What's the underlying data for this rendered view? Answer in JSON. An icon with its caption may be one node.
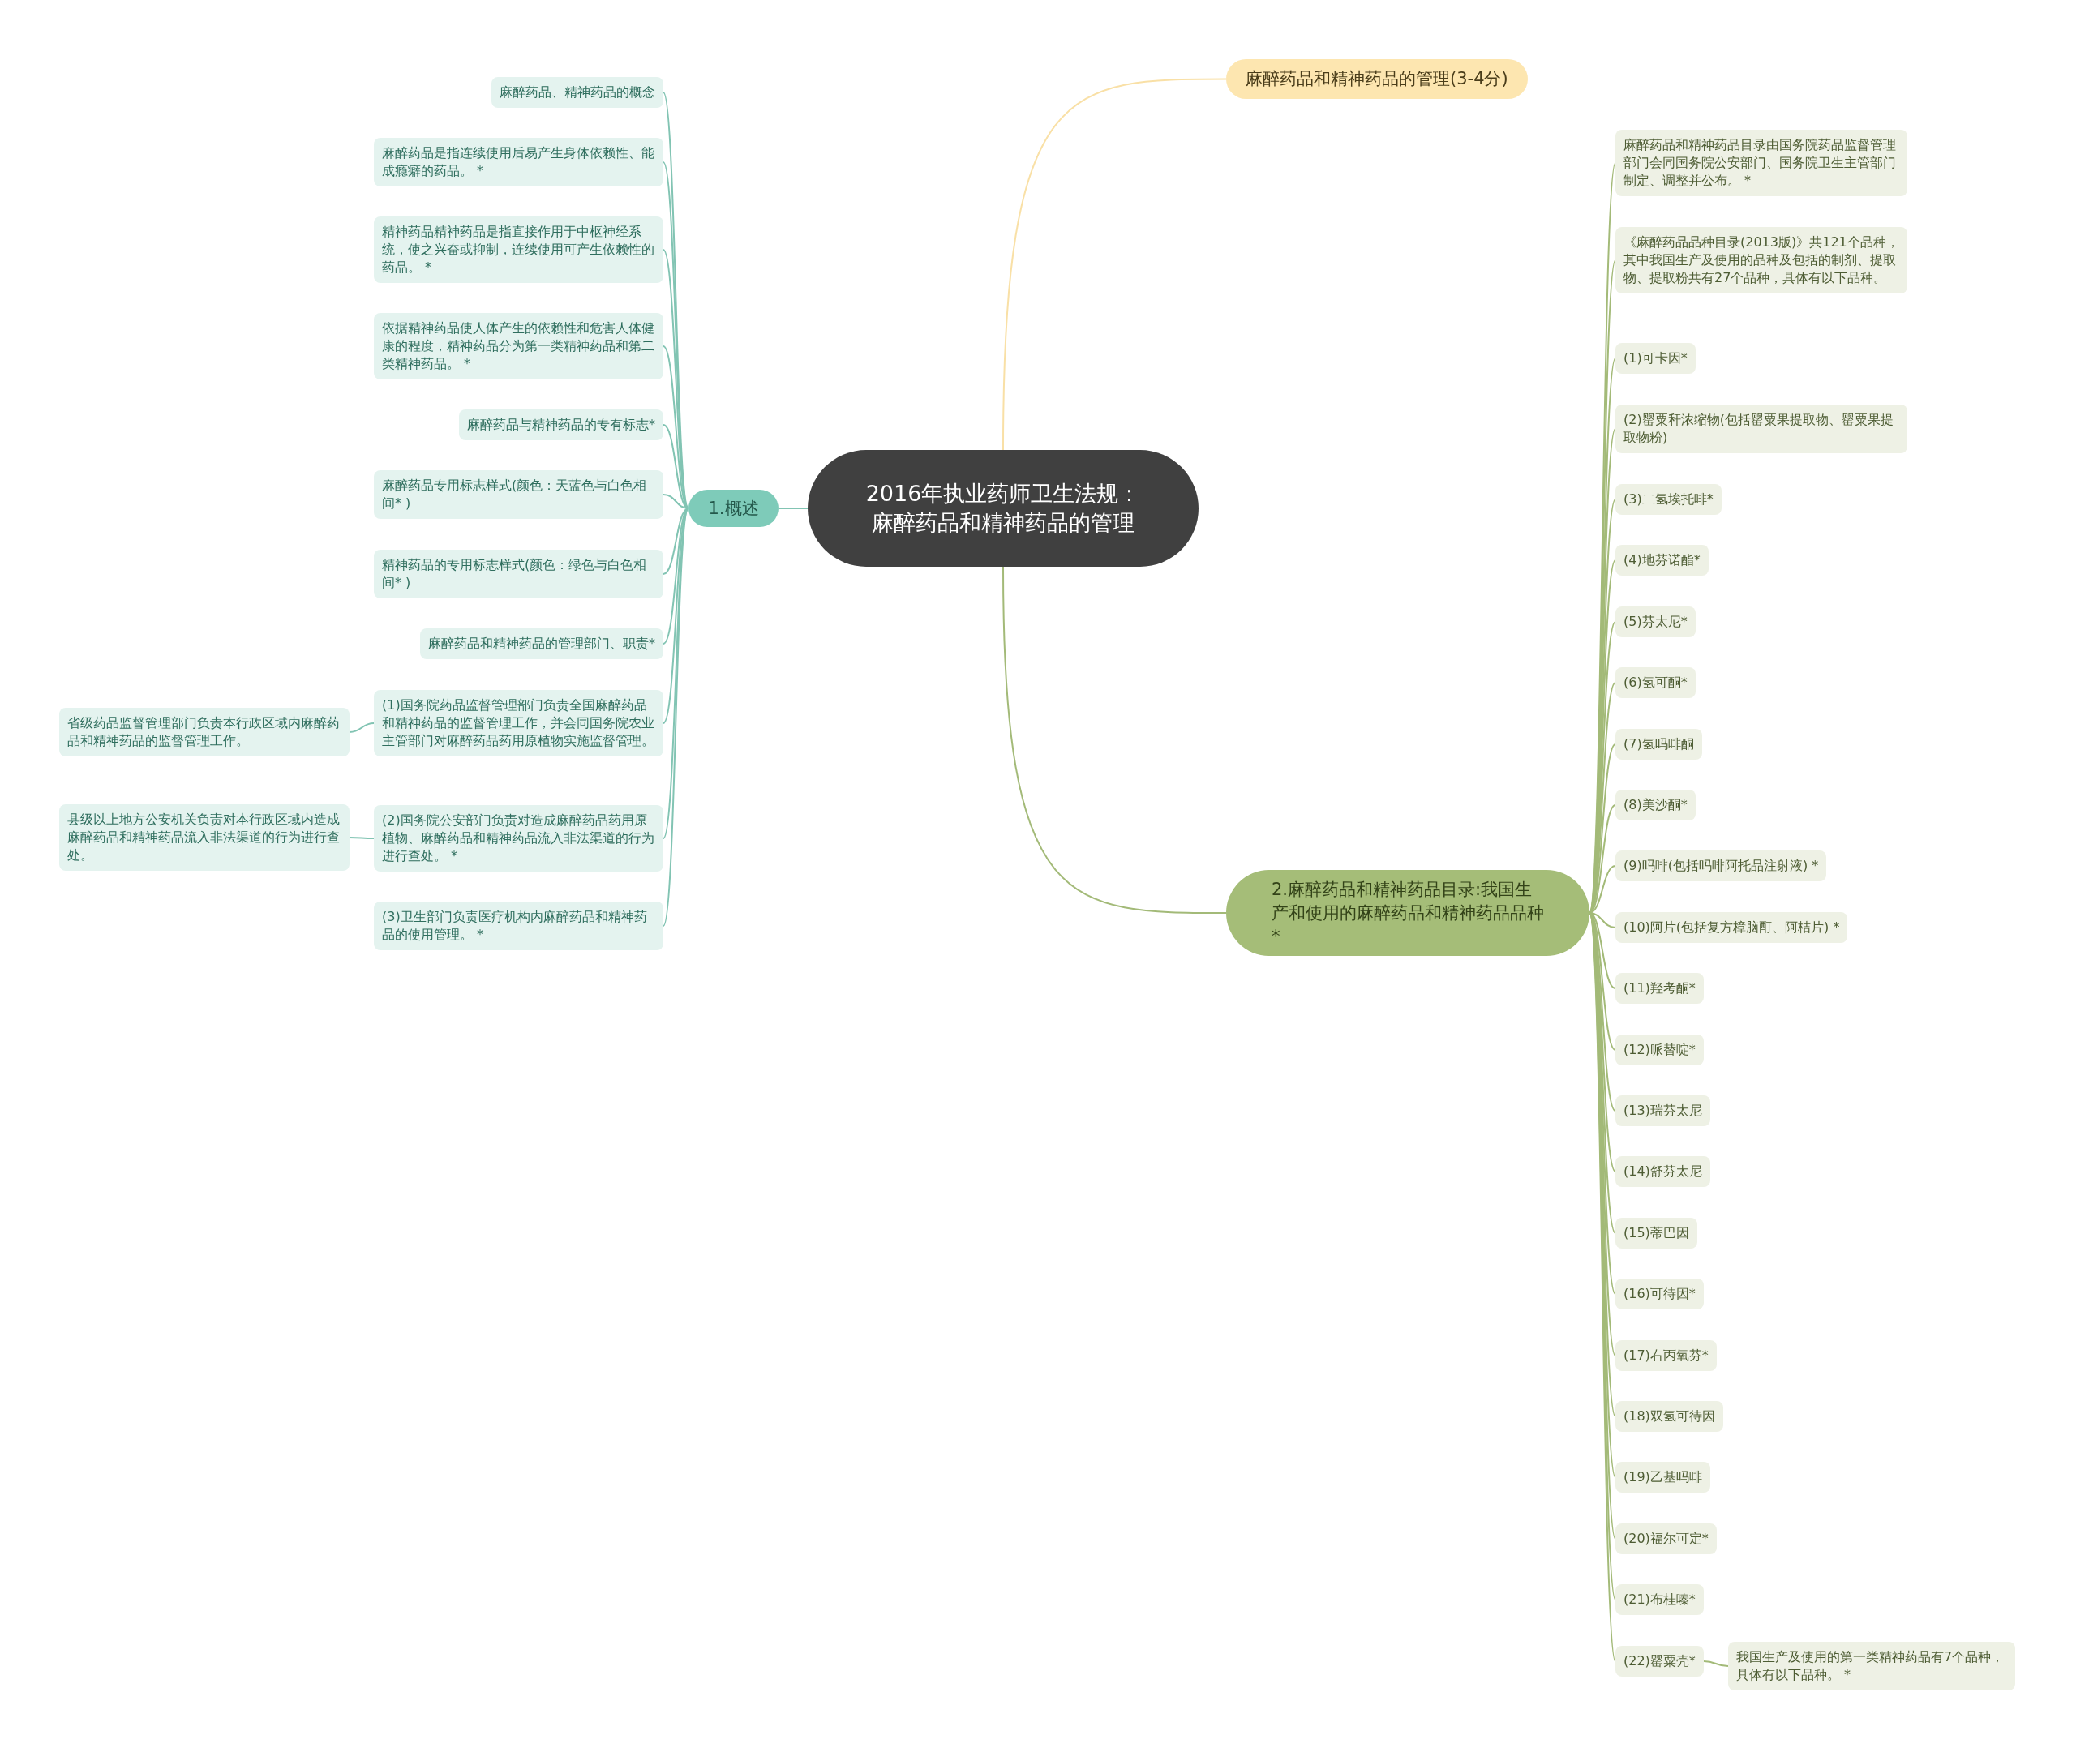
{
  "diagram": {
    "nodes": [
      {
        "text": [
          "2016年执业药师卫生法规：麻醉药品和精神药品的管理"
        ]
      },
      {
        "text": [
          "1.概述"
        ]
      },
      {
        "text": [
          "麻醉药品、精神药品的概念"
        ]
      },
      {
        "text": [
          "麻醉药品是指连续使用后易产生身体依赖性、能成瘾癖的药品。 *"
        ]
      },
      {
        "text": [
          "精神药品精神药品是指直接作用于中枢神经系统，使之兴奋或抑制，连续使用可产生依赖性的药品。 *"
        ]
      },
      {
        "text": [
          "依据精神药品使人体产生的依赖性和危害人体健康的程度，精神药品分为第一类精神药品和第二类精神药品。 *"
        ]
      },
      {
        "text": [
          "麻醉药品与精神药品的专有标志*"
        ]
      },
      {
        "text": [
          "麻醉药品专用标志样式(颜色：天蓝色与白色相间* )"
        ]
      },
      {
        "text": [
          "精神药品的专用标志样式(颜色：绿色与白色相间* )"
        ]
      },
      {
        "text": [
          "麻醉药品和精神药品的管理部门、职责*"
        ]
      },
      {
        "text": [
          "(1)国务院药品监督管理部门负责全国麻醉药品和精神药品的监督管理工作，并会同国务院农业主管部门对麻醉药品药用原植物实施监督管理。"
        ]
      },
      {
        "text": [
          "省级药品监督管理部门负责本行政区域内麻醉药品和精神药品的监督管理工作。"
        ]
      },
      {
        "text": [
          "(2)国务院公安部门负责对造成麻醉药品药用原植物、麻醉药品和精神药品流入非法渠道的行为进行查处。 *"
        ]
      },
      {
        "text": [
          "县级以上地方公安机关负责对本行政区域内造成麻醉药品和精神药品流入非法渠道的行为进行查处。"
        ]
      },
      {
        "text": [
          "(3)卫生部门负责医疗机构内麻醉药品和精神药品的使用管理。 *"
        ]
      },
      {
        "text": [
          "麻醉药品和精神药品的管理(3-4分)"
        ]
      },
      {
        "text": [
          "2.麻醉药品和精神药品目录:我国生产和使用的麻醉药品和精神药品品种*"
        ]
      },
      {
        "text": [
          "麻醉药品和精神药品目录由国务院药品监督管理部门会同国务院公安部门、国务院卫生主管部门制定、调整并公布。 *"
        ]
      },
      {
        "text": [
          "《麻醉药品品种目录(2013版)》共121个品种，其中我国生产及使用的品种及包括的制剂、提取物、提取粉共有27个品种，具体有以下品种。"
        ]
      },
      {
        "text": [
          "(1)可卡因*"
        ]
      },
      {
        "text": [
          "(2)罂粟秆浓缩物(包括罂粟果提取物、罂粟果提取物粉)"
        ]
      },
      {
        "text": [
          "(3)二氢埃托啡*"
        ]
      },
      {
        "text": [
          "(4)地芬诺酯*"
        ]
      },
      {
        "text": [
          "(5)芬太尼*"
        ]
      },
      {
        "text": [
          "(6)氢可酮*"
        ]
      },
      {
        "text": [
          "(7)氢吗啡酮"
        ]
      },
      {
        "text": [
          "(8)美沙酮*"
        ]
      },
      {
        "text": [
          "(9)吗啡(包括吗啡阿托品注射液) *"
        ]
      },
      {
        "text": [
          "(10)阿片(包括复方樟脑酊、阿桔片) *"
        ]
      },
      {
        "text": [
          "(11)羟考酮*"
        ]
      },
      {
        "text": [
          "(12)哌替啶*"
        ]
      },
      {
        "text": [
          "(13)瑞芬太尼"
        ]
      },
      {
        "text": [
          "(14)舒芬太尼"
        ]
      },
      {
        "text": [
          "(15)蒂巴因"
        ]
      },
      {
        "text": [
          "(16)可待因*"
        ]
      },
      {
        "text": [
          "(17)右丙氧芬*"
        ]
      },
      {
        "text": [
          "(18)双氢可待因"
        ]
      },
      {
        "text": [
          "(19)乙基吗啡"
        ]
      },
      {
        "text": [
          "(20)福尔可定*"
        ]
      },
      {
        "text": [
          "(21)布桂嗪*"
        ]
      },
      {
        "text": [
          "(22)罂粟壳*"
        ]
      },
      {
        "text": [
          "我国生产及使用的第一类精神药品有7个品种，具体有以下品种。 *"
        ]
      }
    ],
    "edges": [
      {
        "from": 0,
        "to": 1,
        "arrow": "none"
      },
      {
        "from": 1,
        "to": 2,
        "arrow": "none"
      },
      {
        "from": 1,
        "to": 3,
        "arrow": "none"
      },
      {
        "from": 1,
        "to": 4,
        "arrow": "none"
      },
      {
        "from": 1,
        "to": 5,
        "arrow": "none"
      },
      {
        "from": 1,
        "to": 6,
        "arrow": "none"
      },
      {
        "from": 1,
        "to": 7,
        "arrow": "none"
      },
      {
        "from": 1,
        "to": 8,
        "arrow": "none"
      },
      {
        "from": 1,
        "to": 9,
        "arrow": "none"
      },
      {
        "from": 1,
        "to": 10,
        "arrow": "none"
      },
      {
        "from": 10,
        "to": 11,
        "arrow": "none"
      },
      {
        "from": 1,
        "to": 12,
        "arrow": "none"
      },
      {
        "from": 12,
        "to": 13,
        "arrow": "none"
      },
      {
        "from": 1,
        "to": 14,
        "arrow": "none"
      },
      {
        "from": 0,
        "to": 15,
        "arrow": "none",
        "color": "#f9e0a6"
      },
      {
        "from": 0,
        "to": 16,
        "arrow": "none"
      },
      {
        "from": 16,
        "to": 17,
        "arrow": "none"
      },
      {
        "from": 16,
        "to": 18,
        "arrow": "none"
      },
      {
        "from": 16,
        "to": 19,
        "arrow": "none"
      },
      {
        "from": 16,
        "to": 20,
        "arrow": "none"
      },
      {
        "from": 16,
        "to": 21,
        "arrow": "none"
      },
      {
        "from": 16,
        "to": 22,
        "arrow": "none"
      },
      {
        "from": 16,
        "to": 23,
        "arrow": "none"
      },
      {
        "from": 16,
        "to": 24,
        "arrow": "none"
      },
      {
        "from": 16,
        "to": 25,
        "arrow": "none"
      },
      {
        "from": 16,
        "to": 26,
        "arrow": "none"
      },
      {
        "from": 16,
        "to": 27,
        "arrow": "none"
      },
      {
        "from": 16,
        "to": 28,
        "arrow": "none"
      },
      {
        "from": 16,
        "to": 29,
        "arrow": "none"
      },
      {
        "from": 16,
        "to": 30,
        "arrow": "none"
      },
      {
        "from": 16,
        "to": 31,
        "arrow": "none"
      },
      {
        "from": 16,
        "to": 32,
        "arrow": "none"
      },
      {
        "from": 16,
        "to": 33,
        "arrow": "none"
      },
      {
        "from": 16,
        "to": 34,
        "arrow": "none"
      },
      {
        "from": 16,
        "to": 35,
        "arrow": "none"
      },
      {
        "from": 16,
        "to": 36,
        "arrow": "none"
      },
      {
        "from": 16,
        "to": 37,
        "arrow": "none"
      },
      {
        "from": 16,
        "to": 38,
        "arrow": "none"
      },
      {
        "from": 16,
        "to": 39,
        "arrow": "none"
      },
      {
        "from": 16,
        "to": 40,
        "arrow": "none"
      },
      {
        "from": 40,
        "to": 41,
        "arrow": "none"
      }
    ]
  }
}
